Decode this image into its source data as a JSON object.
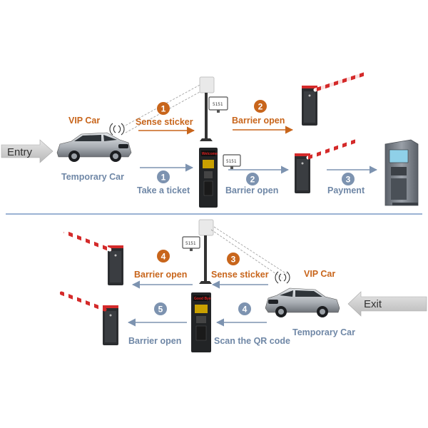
{
  "entry": {
    "side_label": "Entry",
    "vip_label": "VIP Car",
    "temporary_label": "Temporary Car",
    "vip_steps": [
      {
        "num": "1",
        "label": "Sense sticker"
      },
      {
        "num": "2",
        "label": "Barrier open"
      }
    ],
    "temporary_steps": [
      {
        "num": "1",
        "label": "Take a ticket"
      },
      {
        "num": "2",
        "label": "Barrier open"
      },
      {
        "num": "3",
        "label": "Payment"
      }
    ],
    "terminal_text": "Welcome",
    "reader_display": "5151"
  },
  "exit": {
    "side_label": "Exit",
    "vip_label": "VIP Car",
    "temporary_label": "Temporary Car",
    "vip_steps": [
      {
        "num": "3",
        "label": "Sense sticker"
      },
      {
        "num": "4",
        "label": "Barrier open"
      }
    ],
    "temporary_steps": [
      {
        "num": "4",
        "label": "Scan the QR code"
      },
      {
        "num": "5",
        "label": "Barrier open"
      }
    ],
    "terminal_text": "Good Bye",
    "reader_display": "5151"
  },
  "colors": {
    "vip_flow": "#c8651b",
    "temporary_flow": "#7d93b0",
    "divider": "#9bb2d3",
    "barrier_red": "#d42a2a"
  },
  "icons": [
    "car-icon",
    "rfid-reader-icon",
    "monitor-icon",
    "barrier-gate-icon",
    "ticket-terminal-icon",
    "payment-kiosk-icon",
    "wireless-signal-icon"
  ]
}
